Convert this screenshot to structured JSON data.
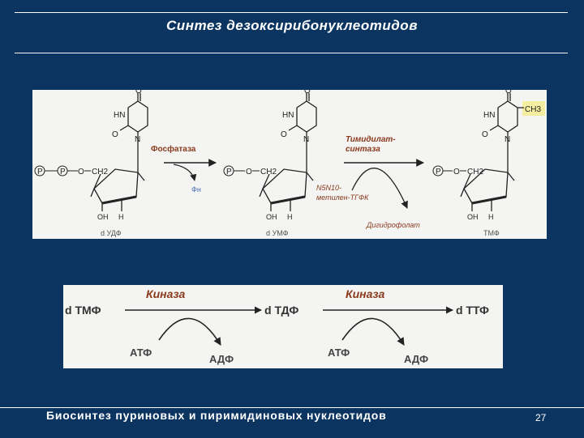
{
  "slide": {
    "title": "Синтез дезоксирибонуклеотидов",
    "footer": "Биосинтез   пуриновых   и   пиримидиновых нуклеотидов",
    "page_number": "27"
  },
  "scheme1": {
    "compounds": [
      "d УДФ",
      "d УМФ",
      "ТМФ"
    ],
    "enzyme1": "Фосфатаза",
    "product1": "Фн",
    "enzyme2_line1": "Тимидилат-",
    "enzyme2_line2": "синтаза",
    "cofactor_line1": "N5N10-",
    "cofactor_line2": "метилен-ТГФК",
    "byproduct": "Дигидрофолат",
    "methyl": "CH3",
    "atom_hn": "HN",
    "atom_n": "N",
    "atom_o": "O",
    "atom_ch2": "CH2",
    "atom_oh": "OH",
    "atom_h": "H",
    "phosphate": "P"
  },
  "scheme2": {
    "compounds": [
      "d ТМФ",
      "d ТДФ",
      "d ТТФ"
    ],
    "enzyme": "Киназа",
    "donor": "АТФ",
    "acceptor": "АДФ"
  },
  "colors": {
    "background": "#0b3560",
    "panel": "#f4f4f2",
    "enzyme_text": "#8a3a1c",
    "highlight": "#f5eea0"
  }
}
